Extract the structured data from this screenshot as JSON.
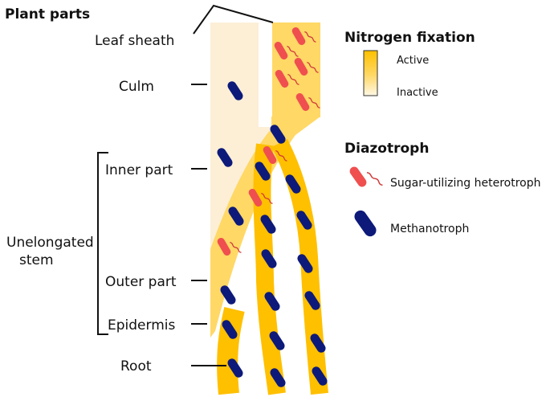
{
  "plant_parts": {
    "heading": "Plant parts",
    "leaf_sheath": "Leaf sheath",
    "culm": "Culm",
    "inner_part": "Inner part",
    "unelongated_stem_line1": "Unelongated",
    "unelongated_stem_line2": "stem",
    "outer_part": "Outer part",
    "epidermis": "Epidermis",
    "root": "Root"
  },
  "nitrogen_fixation": {
    "heading": "Nitrogen fixation",
    "active": "Active",
    "inactive": "Inactive"
  },
  "diazotroph": {
    "heading": "Diazotroph",
    "sugar_utilizing": "Sugar-utilizing heterotroph",
    "methanotroph": "Methanotroph"
  },
  "colors": {
    "active": "#FFC000",
    "mid": "#FFD866",
    "inactive": "#FFF8E6",
    "light_region": "#FCEFD6",
    "heterotroph": "#EF4F4F",
    "methanotroph": "#0D1A7A",
    "stroke": "#111111"
  }
}
